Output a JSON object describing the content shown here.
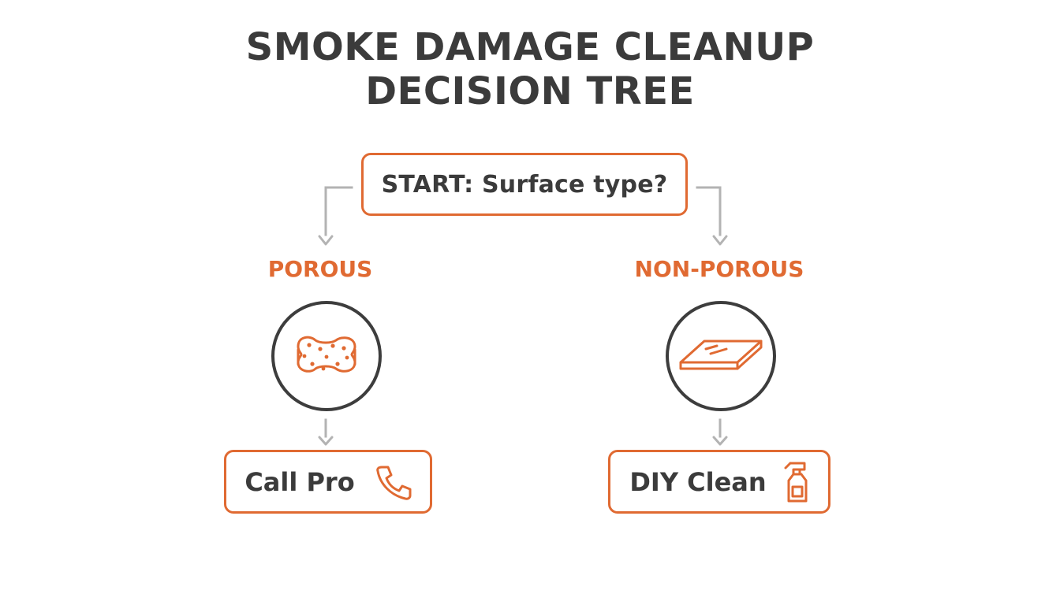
{
  "title": {
    "line1": "SMOKE DAMAGE CLEANUP",
    "line2": "DECISION TREE"
  },
  "start": {
    "label": "START: Surface type?"
  },
  "branches": [
    {
      "label": "POROUS",
      "icon": "sponge-icon",
      "result": {
        "label": "Call Pro",
        "icon": "phone-icon"
      }
    },
    {
      "label": "NON-POROUS",
      "icon": "glass-panel-icon",
      "result": {
        "label": "DIY Clean",
        "icon": "spray-bottle-icon"
      }
    }
  ],
  "colors": {
    "accent": "#e06a32",
    "text": "#3b3b3b",
    "connector": "#b3b3b3"
  }
}
